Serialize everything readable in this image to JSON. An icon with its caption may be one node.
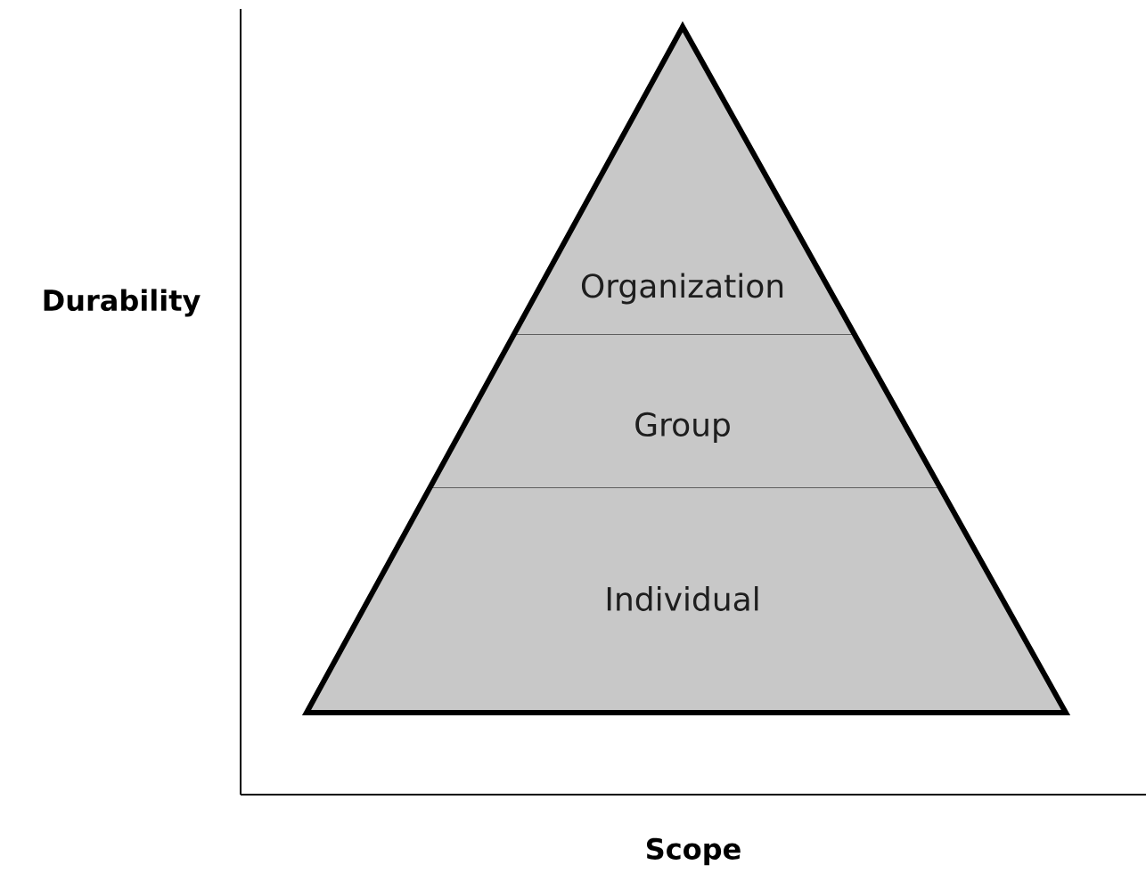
{
  "diagram": {
    "nodes": [
      {
        "text": [
          "Organization"
        ]
      },
      {
        "text": [
          "Group"
        ]
      },
      {
        "text": [
          "Individual"
        ]
      }
    ],
    "labels": [
      "Durability",
      "Scope"
    ]
  }
}
